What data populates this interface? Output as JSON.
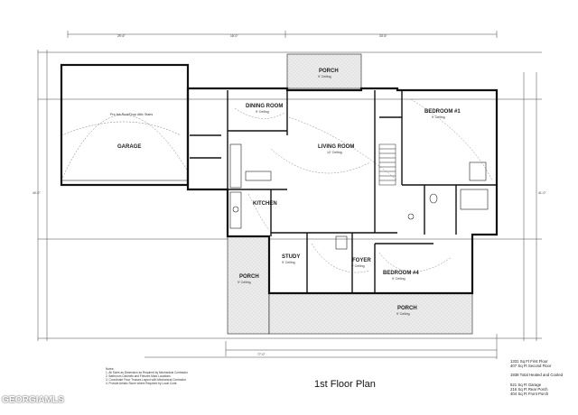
{
  "plan": {
    "title": "1st Floor Plan",
    "rooms": {
      "garage": "GARAGE",
      "dining_room": "DINING ROOM",
      "living_room": "LIVING ROOM",
      "kitchen": "KITCHEN",
      "bedroom1": "BEDROOM #1",
      "study": "STUDY",
      "foyer": "FOYER",
      "bedroom4": "BEDROOM #4",
      "porch_back": "PORCH",
      "porch_left": "PORCH",
      "porch_front": "PORCH"
    },
    "room_notes": {
      "garage_ceiling": "Pre-fab Roof/Drop Attic Stairs",
      "dining_ceiling": "9' Ceiling",
      "living_ceiling": "12' Ceiling",
      "bedroom1_ceiling": "9' Ceiling",
      "porch_back_ceiling": "9' Ceiling",
      "bedroom4_ceiling": "9' Ceiling",
      "study_ceiling": "9' Ceiling",
      "foyer_ceiling": "9' Ceiling",
      "porch_front_ceiling": "9' Ceiling",
      "porch_left_ceiling": "9' Ceiling"
    },
    "dimensions": {
      "top_left": "29'-6\"",
      "top_mid": "18'-0\"",
      "top_right": "33'-6\"",
      "overall_bottom": "77'-0\"",
      "side_left": "40'-0\"",
      "side_right": "41'-0\""
    }
  },
  "stats": {
    "first_floor": "1331 Sq Ft First Floor",
    "second_floor": "407 Sq Ft Second Floor",
    "total": "1938 Total Heated and Cooled",
    "garage": "521 Sq Ft Garage",
    "rear_porch": "216 Sq Ft Rear Porch",
    "front_porch": "404 Sq Ft Front Porch"
  },
  "notes": {
    "heading": "Notes:",
    "lines": [
      "1. All Sizes as Dimension as Required by Mechanical Contractor",
      "2. Bathroom Cabinets and Fixtures Mark Locations",
      "3. Coordinate Floor Trusses Layout with Mechanical Contractor",
      "4. Provide Artistic Stone where Required by Local Code"
    ]
  },
  "watermark": "GEORGIAMLS",
  "colors": {
    "line": "#222222",
    "porch_fill": "#e2e2e2",
    "background": "#ffffff"
  }
}
